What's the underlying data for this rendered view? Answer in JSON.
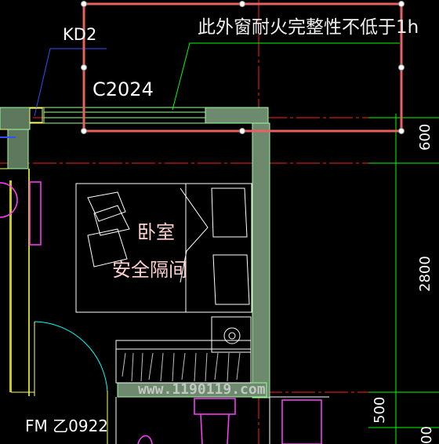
{
  "annotations": {
    "fire_note": "此外窗耐火完整性不低于1h",
    "kd2": "KD2",
    "c2024": "C2024",
    "room_name": "卧室",
    "room_sub": "安全隔间",
    "door_code": "FM 乙0922",
    "watermark": "www.1190119.com"
  },
  "dimensions": {
    "d600": "600",
    "d2800": "2800",
    "d500": "500",
    "d00": "00"
  },
  "colors": {
    "background": "#000000",
    "selection": "#e86060",
    "wall_fill": "#6e8a6e",
    "wall_edge": "#9fff9f",
    "axis_red": "#ff2020",
    "magenta": "#ff40ff",
    "furniture": "#ffffff",
    "label_text": "#ffd0d0",
    "note_text": "#f0f0f0",
    "blue": "#3050ff",
    "cyan": "#00ffff",
    "yellow": "#ffff66",
    "green_line": "#00ff00"
  }
}
